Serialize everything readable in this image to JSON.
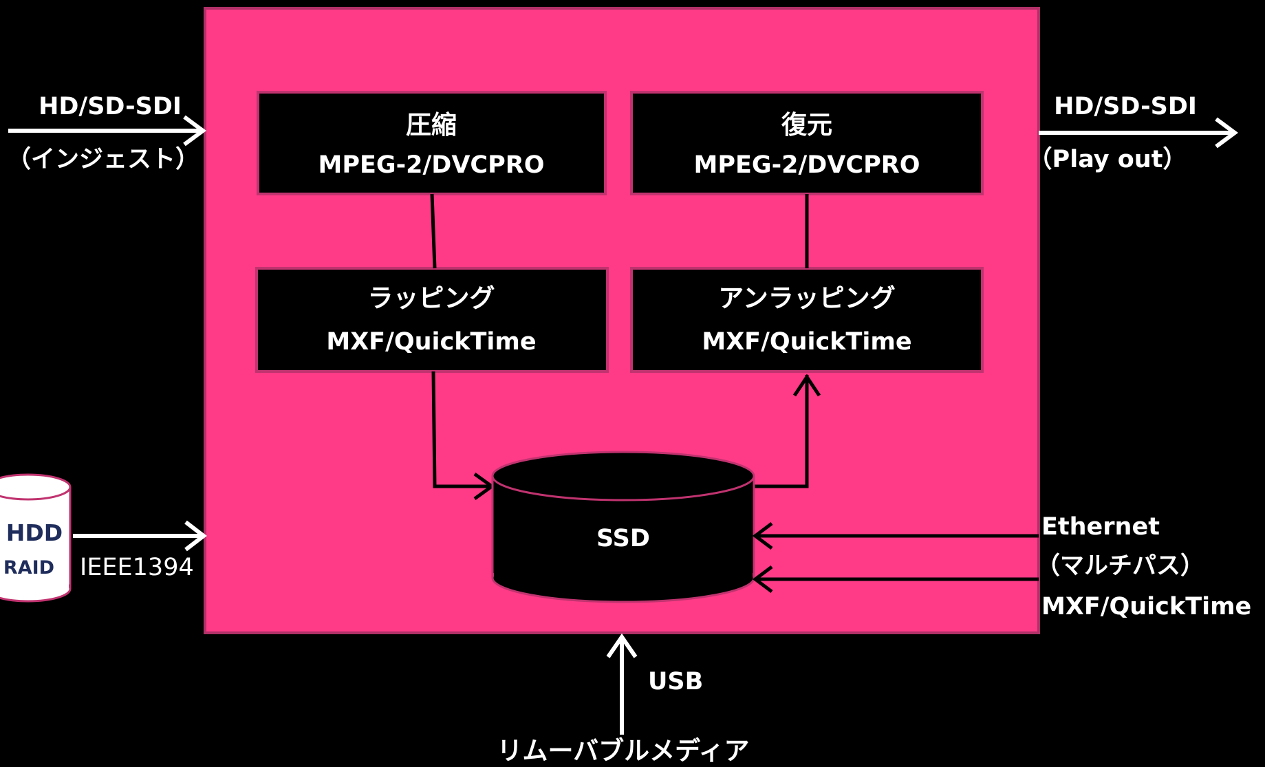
{
  "colors": {
    "background": "#000000",
    "main_box_fill": "#ff3a86",
    "main_box_border": "#b03068",
    "inner_box_border": "#c0336f",
    "hdd_fill": "#ffffff",
    "hdd_text": "#1f2d5c",
    "arrow": "#ffffff",
    "connector": "#000000"
  },
  "input": {
    "label": "HD/SD-SDI",
    "sub_label": "（インジェスト）"
  },
  "output": {
    "label": "HD/SD-SDI",
    "sub_label": "（Play out）"
  },
  "blocks": {
    "compress": {
      "title": "圧縮",
      "codec": "MPEG-2/DVCPRO"
    },
    "restore": {
      "title": "復元",
      "codec": "MPEG-2/DVCPRO"
    },
    "wrap": {
      "title": "ラッピング",
      "format": "MXF/QuickTime"
    },
    "unwrap": {
      "title": "アンラッピング",
      "format": "MXF/QuickTime"
    }
  },
  "storage": {
    "ssd_label": "SSD"
  },
  "hdd": {
    "line1": "HDD",
    "line2": "RAID",
    "interface": "IEEE1394"
  },
  "ethernet": {
    "line1": "Ethernet",
    "line2": "（マルチパス）",
    "line3": "MXF/QuickTime"
  },
  "usb": {
    "label": "USB",
    "media": "リムーバブルメディア"
  }
}
